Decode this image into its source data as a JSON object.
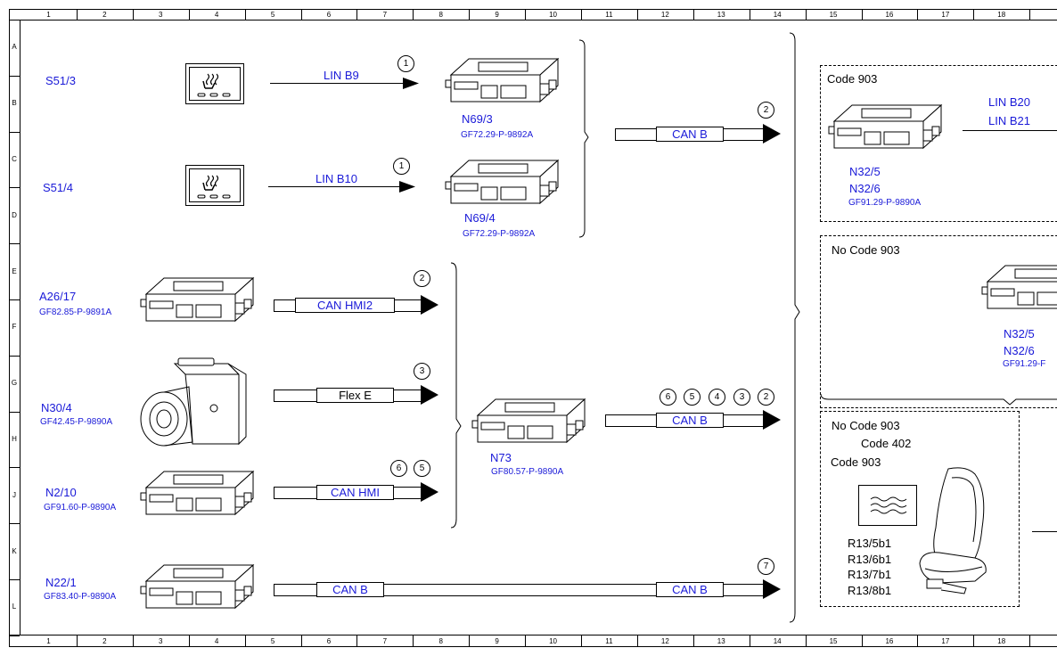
{
  "ruler": {
    "columns": [
      "1",
      "2",
      "3",
      "4",
      "5",
      "6",
      "7",
      "8",
      "9",
      "10",
      "11",
      "12",
      "13",
      "14",
      "15",
      "16",
      "17",
      "18"
    ],
    "rows": [
      "A",
      "B",
      "C",
      "D",
      "E",
      "F",
      "G",
      "H",
      "J",
      "K",
      "L"
    ]
  },
  "components": {
    "s51_3": {
      "label": "S51/3"
    },
    "s51_4": {
      "label": "S51/4"
    },
    "n69_3": {
      "label": "N69/3",
      "ref": "GF72.29-P-9892A"
    },
    "n69_4": {
      "label": "N69/4",
      "ref": "GF72.29-P-9892A"
    },
    "a26_17": {
      "label": "A26/17",
      "ref": "GF82.85-P-9891A"
    },
    "n30_4": {
      "label": "N30/4",
      "ref": "GF42.45-P-9890A"
    },
    "n2_10": {
      "label": "N2/10",
      "ref": "GF91.60-P-9890A"
    },
    "n22_1": {
      "label": "N22/1",
      "ref": "GF83.40-P-9890A"
    },
    "n73": {
      "label": "N73",
      "ref": "GF80.57-P-9890A"
    },
    "n32_top": {
      "label1": "N32/5",
      "label2": "N32/6",
      "ref": "GF91.29-P-9890A"
    },
    "n32_mid": {
      "label1": "N32/5",
      "label2": "N32/6",
      "ref": "GF91.29-F"
    },
    "seat": {
      "labels": [
        "R13/5b1",
        "R13/6b1",
        "R13/7b1",
        "R13/8b1"
      ]
    }
  },
  "buses": {
    "lin_b9": "LIN B9",
    "lin_b10": "LIN B10",
    "can_b_top": "CAN B",
    "can_hmi2": "CAN HMI2",
    "flex_e": "Flex E",
    "can_hmi": "CAN HMI",
    "can_b_mid": "CAN B",
    "can_b_bottom_left": "CAN B",
    "can_b_bottom_right": "CAN B",
    "lin_b20": "LIN B20",
    "lin_b21": "LIN B21"
  },
  "circles": {
    "c_lin_b9": "1",
    "c_lin_b10": "1",
    "c_can_b_top": "2",
    "c_can_hmi2": "2",
    "c_flex_e": "3",
    "c_can_hmi_6": "6",
    "c_can_hmi_5": "5",
    "c_mid_6": "6",
    "c_mid_5": "5",
    "c_mid_4": "4",
    "c_mid_3": "3",
    "c_mid_2": "2",
    "c_bottom_7": "7"
  },
  "boxes": {
    "code903": "Code 903",
    "no_code903": "No Code 903",
    "seat_line1": "No Code 903",
    "seat_line2": "Code 402",
    "seat_line3": "Code 903"
  }
}
